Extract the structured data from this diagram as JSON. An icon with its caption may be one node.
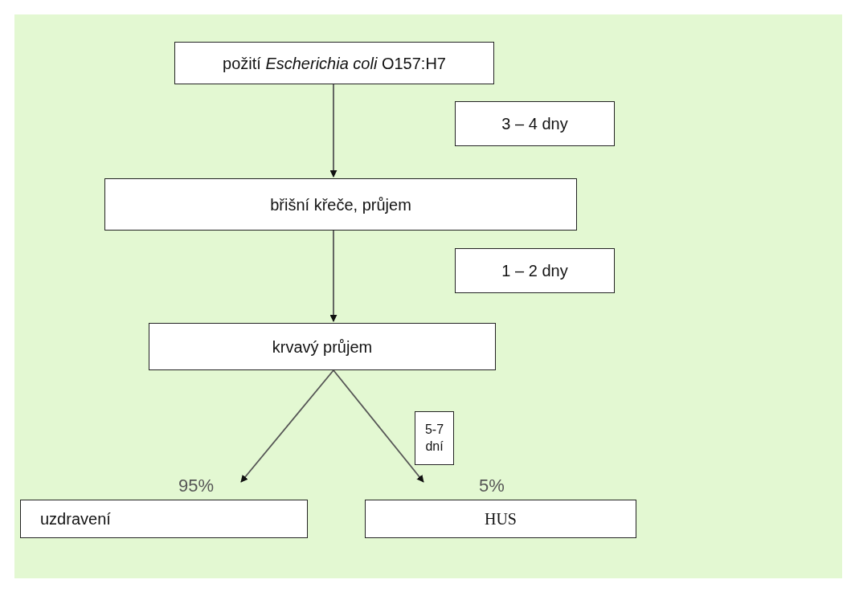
{
  "diagram": {
    "nodes": [
      {
        "text": [
          "požití *Escherichia coli* O157:H7"
        ]
      },
      {
        "text": [
          "3 – 4 dny"
        ]
      },
      {
        "text": [
          "břišní křeče, průjem"
        ]
      },
      {
        "text": [
          "1 – 2 dny"
        ]
      },
      {
        "text": [
          "krvavý průjem"
        ]
      },
      {
        "text": [
          "5-7 dní"
        ]
      },
      {
        "text": [
          "uzdravení"
        ]
      },
      {
        "text": [
          "HUS"
        ]
      }
    ],
    "edges": [
      {
        "from": 0,
        "to": 2,
        "arrow": "to"
      },
      {
        "from": 2,
        "to": 4,
        "arrow": "to"
      },
      {
        "from": 4,
        "to": 6,
        "arrow": "to"
      },
      {
        "from": 4,
        "to": 7,
        "arrow": "to"
      }
    ],
    "labels": [
      "95%",
      "5%"
    ]
  }
}
